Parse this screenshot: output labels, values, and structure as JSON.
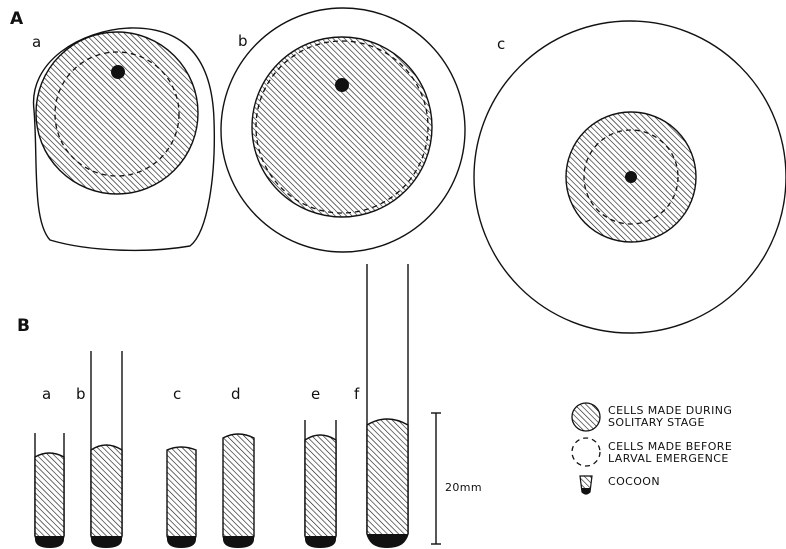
{
  "panel_a": {
    "label": "A",
    "sub_labels": [
      "a",
      "b",
      "c"
    ]
  },
  "panel_b": {
    "label": "B",
    "sub_labels": [
      "a",
      "b",
      "c",
      "d",
      "e",
      "f"
    ],
    "scale_label": "20mm"
  },
  "legend": {
    "solitary": [
      "CELLS MADE DURING",
      "SOLITARY STAGE"
    ],
    "larval": [
      "CELLS MADE BEFORE",
      "LARVAL EMERGENCE"
    ],
    "cocoon": "COCOON"
  },
  "colors": {
    "ink": "#111111",
    "background": "#ffffff"
  }
}
